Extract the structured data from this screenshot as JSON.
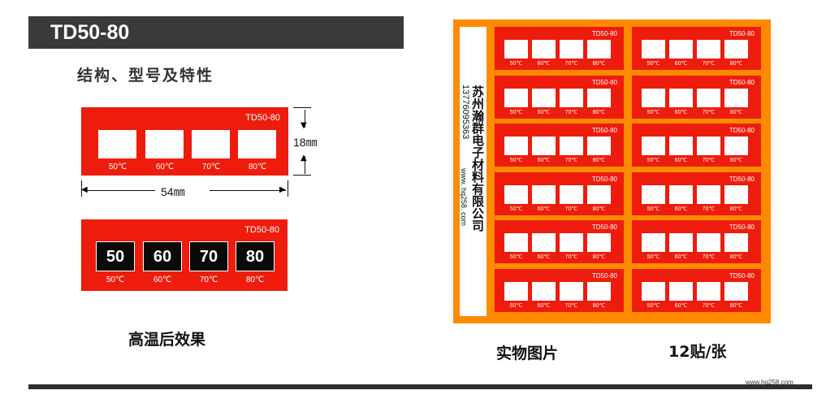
{
  "header": {
    "title": "TD50-80"
  },
  "section_heading": "结构、型号及特性",
  "label": {
    "model": "TD50-80",
    "temps": [
      "50℃",
      "60℃",
      "70℃",
      "80℃"
    ],
    "heated_values": [
      "50",
      "60",
      "70",
      "80"
    ],
    "height_dim": "18㎜",
    "width_dim": "54㎜"
  },
  "captions": {
    "heated": "高温后效果",
    "photo": "实物图片",
    "count": "12贴/张"
  },
  "sheet": {
    "company": "苏州瀚群电子材料有限公司",
    "phone": "13776095363",
    "website": "www. hq258. com",
    "rows": 6,
    "cols": 2
  },
  "watermark": "www.hq258.com",
  "colors": {
    "label_red": "#ee1c0c",
    "sheet_orange": "#ff8a00",
    "header_bg": "#3a3a3a"
  }
}
